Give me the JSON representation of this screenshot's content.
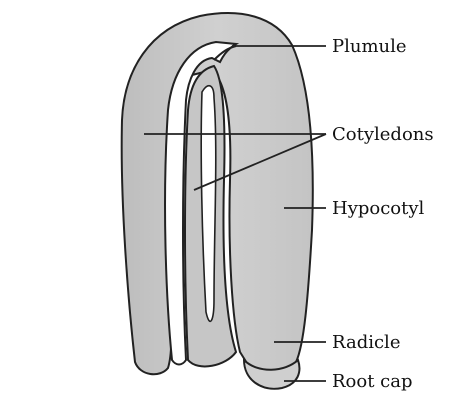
{
  "diagram": {
    "labels": {
      "plumule": "Plumule",
      "cotyledons": "Cotyledons",
      "hypocotyl": "Hypocotyl",
      "radicle": "Radicle",
      "root_cap": "Root cap"
    }
  },
  "colors": {
    "outline": "#222222",
    "fill": "#c8c8c8",
    "fill_light": "#d2d2d2",
    "gap": "#ffffff",
    "text": "#111111"
  }
}
